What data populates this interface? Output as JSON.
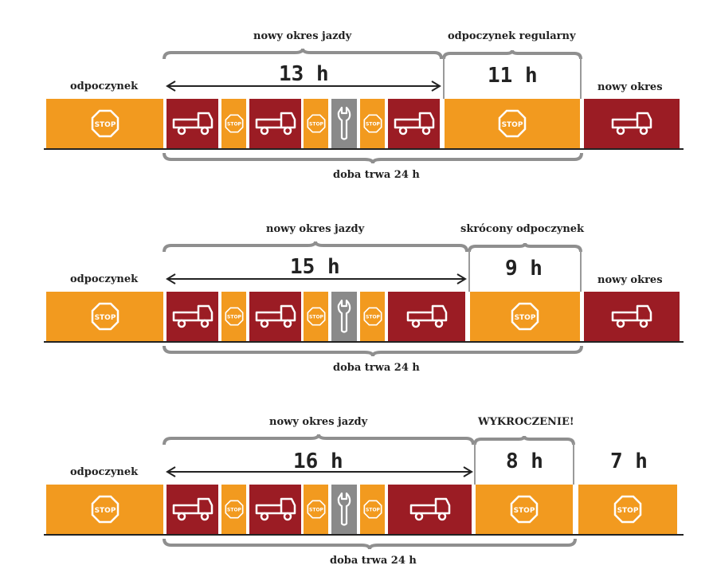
{
  "colors": {
    "rest": "#f29a1f",
    "drive": "#9b1c24",
    "work": "#8a8a8a",
    "brace": "#8f8f8f"
  },
  "icons": {
    "rest": "stop-sign-icon",
    "drive": "truck-icon",
    "work": "wrench-icon"
  },
  "stop_text": "STOP",
  "rows": [
    {
      "rest_label": "odpoczynek",
      "period_label": "nowy okres jazdy",
      "period_hours": "13 h",
      "rest2_label": "odpoczynek regularny",
      "rest2_hours": "11 h",
      "right_label": "nowy okres",
      "day_label": "doba trwa 24 h"
    },
    {
      "rest_label": "odpoczynek",
      "period_label": "nowy okres jazdy",
      "period_hours": "15 h",
      "rest2_label": "skrócony odpoczynek",
      "rest2_hours": "9 h",
      "right_label": "nowy okres",
      "day_label": "doba trwa 24 h"
    },
    {
      "rest_label": "odpoczynek",
      "period_label": "nowy okres jazdy",
      "period_hours": "16 h",
      "rest2_label": "WYKROCZENIE!",
      "rest2_hours": "8 h",
      "right_label": "7 h",
      "day_label": "doba trwa 24 h"
    }
  ]
}
